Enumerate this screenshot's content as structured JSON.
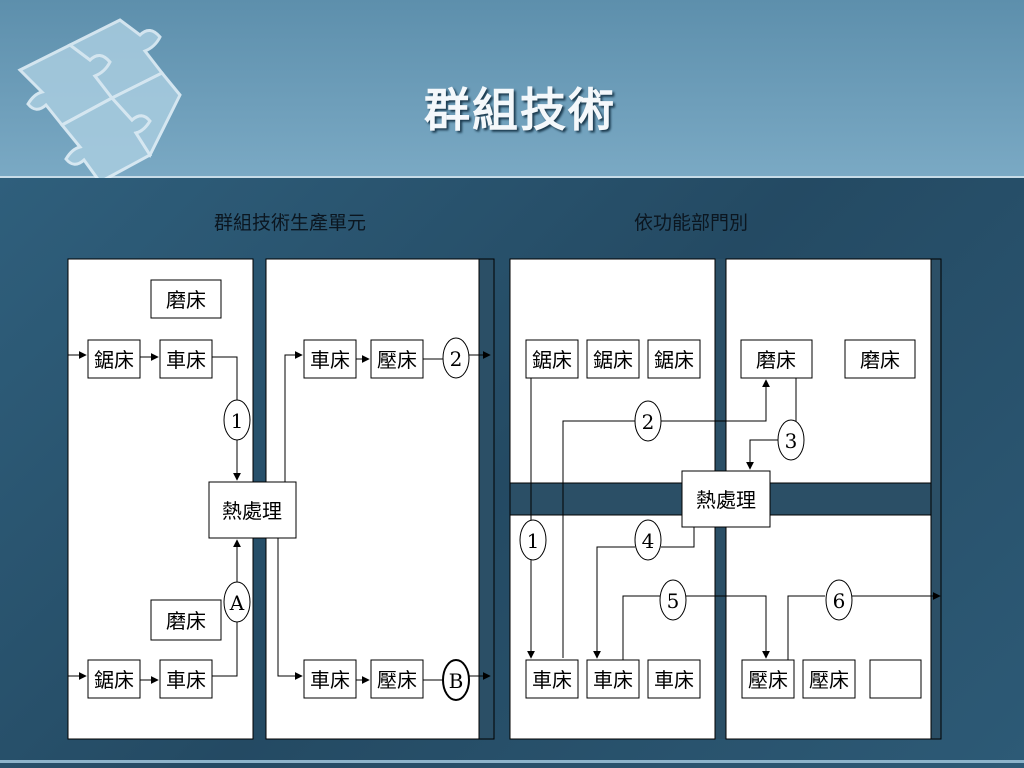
{
  "slide": {
    "title": "群組技術",
    "left_label": "群組技術生產單元",
    "right_label": "依功能部門別"
  },
  "machines": {
    "saw": "鋸床",
    "lathe": "車床",
    "grinder": "磨床",
    "press": "壓床",
    "heat_treat": "熱處理"
  },
  "flow_markers": {
    "one": "1",
    "two": "2",
    "three": "3",
    "four": "4",
    "five": "5",
    "six": "6",
    "a": "A",
    "b": "B"
  },
  "colors": {
    "header_top": "#5d8fac",
    "body_bg": "#244a63",
    "panel": "#ffffff",
    "line": "#000000"
  }
}
